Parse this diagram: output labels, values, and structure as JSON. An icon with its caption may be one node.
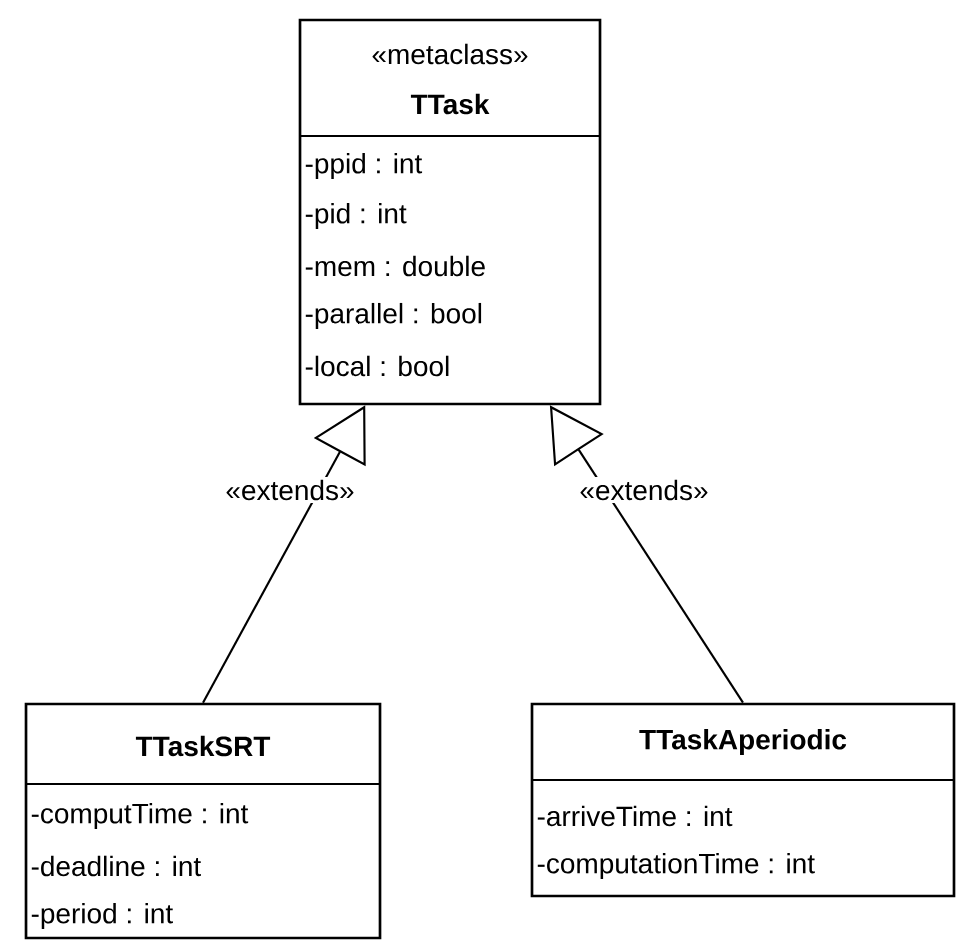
{
  "diagram": {
    "nodes": [
      {
        "text": [
          "«metaclass»",
          "TTask",
          "-ppid : int",
          "-pid : int",
          "-mem : double",
          "-parallel : bool",
          "-local : bool"
        ]
      },
      {
        "text": [
          "TTaskSRT",
          "-computTime : int",
          "-deadline : int",
          "-period : int"
        ]
      },
      {
        "text": [
          "TTaskAperiodic",
          "-arriveTime : int",
          "-computationTime : int"
        ]
      }
    ],
    "edges": [
      {
        "from": 1,
        "to": 0,
        "arrow": "to",
        "label": "«extends»"
      },
      {
        "from": 2,
        "to": 0,
        "arrow": "to",
        "label": "«extends»"
      }
    ]
  }
}
